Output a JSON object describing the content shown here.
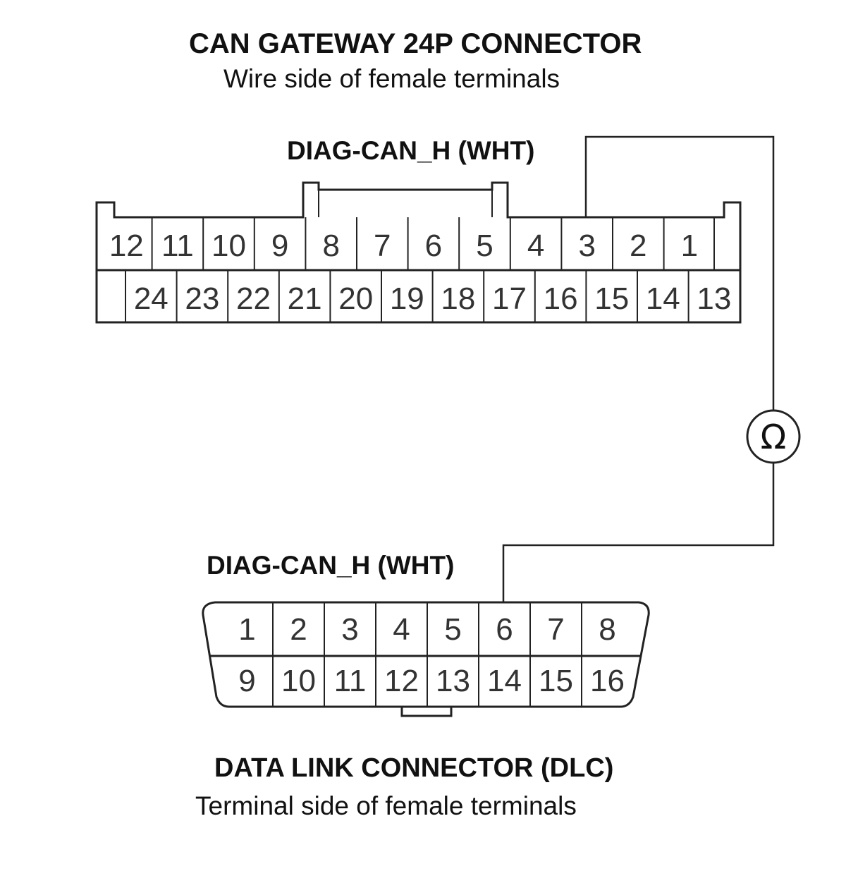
{
  "gateway": {
    "title": "CAN GATEWAY 24P CONNECTOR",
    "subtitle": "Wire side of female terminals",
    "wire_label": "DIAG-CAN_H (WHT)",
    "top_row": [
      "12",
      "11",
      "10",
      "9",
      "8",
      "7",
      "6",
      "5",
      "4",
      "3",
      "2",
      "1"
    ],
    "bottom_row": [
      "24",
      "23",
      "22",
      "21",
      "20",
      "19",
      "18",
      "17",
      "16",
      "15",
      "14",
      "13"
    ],
    "probed_terminal": "3"
  },
  "meter": {
    "symbol": "Ω",
    "icon": "ohmmeter-icon"
  },
  "dlc": {
    "wire_label": "DIAG-CAN_H (WHT)",
    "title": "DATA LINK CONNECTOR (DLC)",
    "subtitle": "Terminal side of female terminals",
    "top_row": [
      "1",
      "2",
      "3",
      "4",
      "5",
      "6",
      "7",
      "8"
    ],
    "bottom_row": [
      "9",
      "10",
      "11",
      "12",
      "13",
      "14",
      "15",
      "16"
    ],
    "probed_terminal": "6"
  },
  "colors": {
    "line": "#222222",
    "text": "#111111"
  }
}
